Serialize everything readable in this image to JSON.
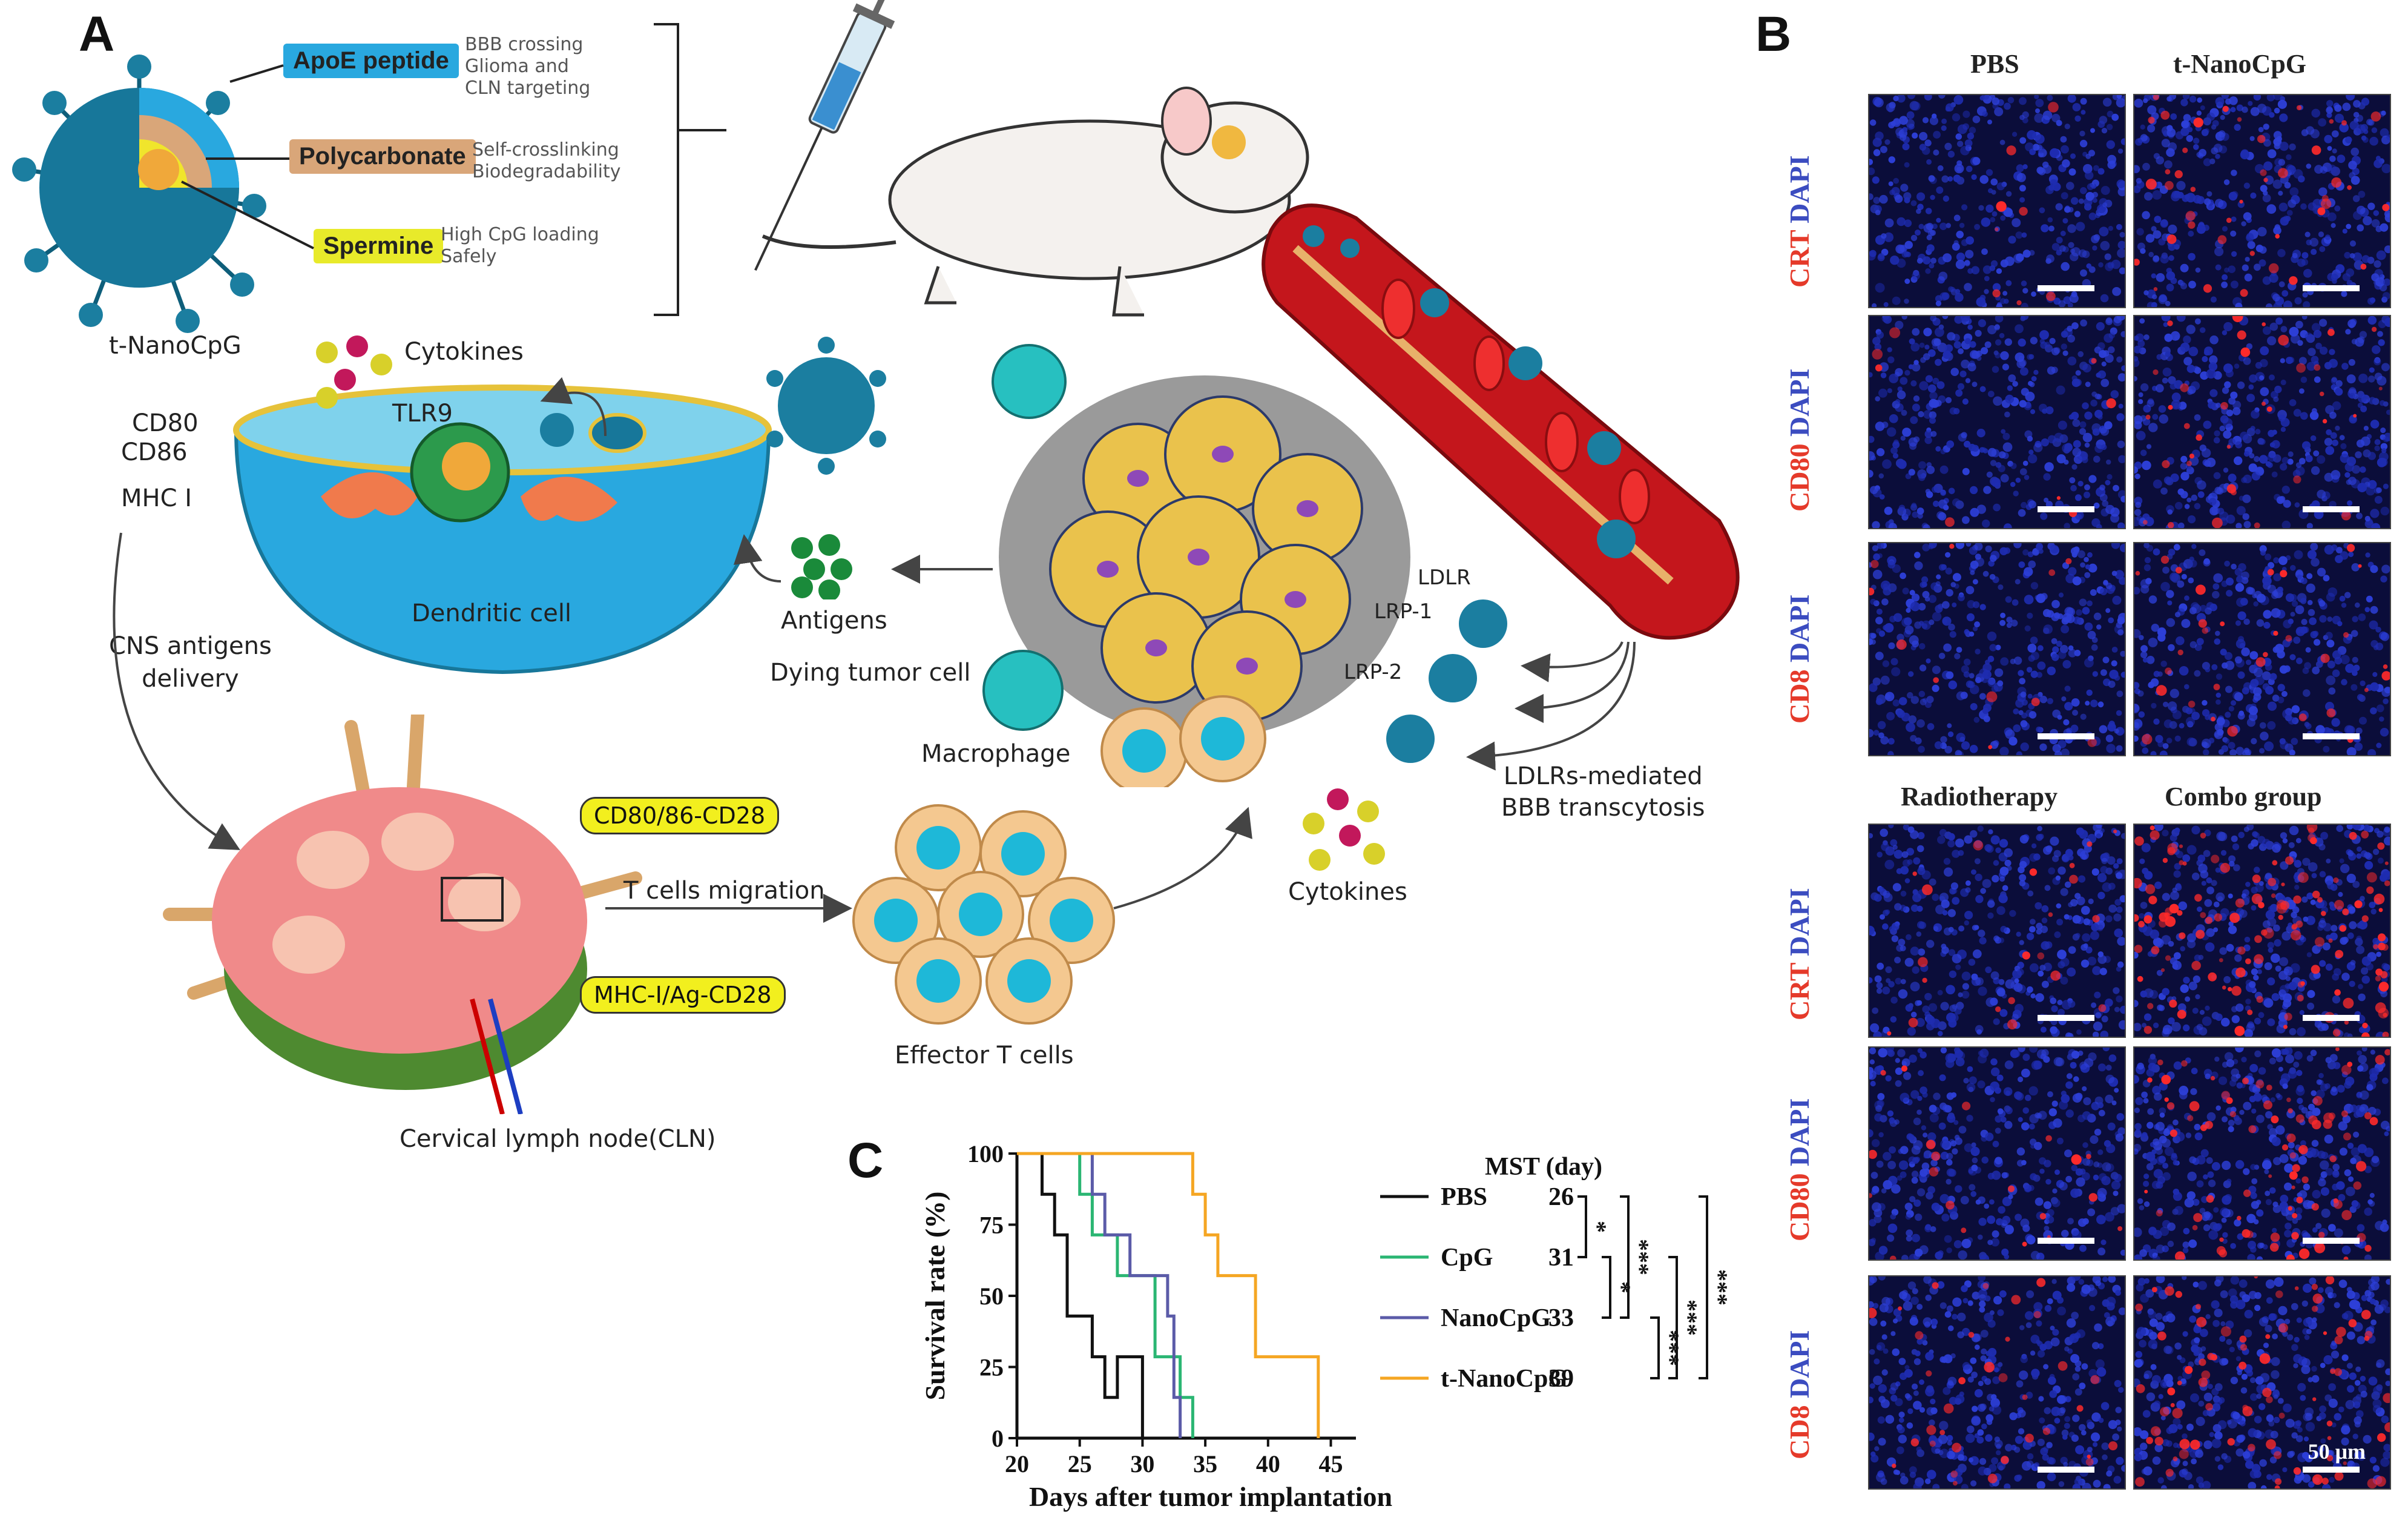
{
  "panels": {
    "a": "A",
    "b": "B",
    "c": "C"
  },
  "panel_a": {
    "nanoparticle_label": "t-NanoCpG",
    "layers": [
      {
        "name": "ApoE peptide",
        "color": "#29a8df",
        "notes": [
          "BBB crossing",
          "Glioma and",
          "CLN targeting"
        ]
      },
      {
        "name": "Polycarbonate",
        "color": "#d9a679",
        "notes": [
          "Self-crosslinking",
          "Biodegradability"
        ]
      },
      {
        "name": "Spermine",
        "color": "#e8ea2a",
        "notes": [
          "High CpG loading",
          "Safely"
        ]
      }
    ],
    "cytokines_top": "Cytokines",
    "cd80": "CD80",
    "cd86": "CD86",
    "mhc1": "MHC I",
    "tlr9": "TLR9",
    "dendritic_cell": "Dendritic cell",
    "antigens": "Antigens",
    "dying_tumor_cell": "Dying tumor cell",
    "cns_antigens": [
      "CNS antigens",
      "delivery"
    ],
    "macrophage": "Macrophage",
    "ldlr": "LDLR",
    "lrp1": "LRP-1",
    "lrp2": "LRP-2",
    "ldlr_transcytosis": [
      "LDLRs-mediated",
      "BBB transcytosis"
    ],
    "cytokines_bottom": "Cytokines",
    "cd80_cd28": "CD80/86-CD28",
    "mhc_cd28": "MHC-I/Ag-CD28",
    "t_cell_migration": "T cells migration",
    "effector_t_cells": "Effector T cells",
    "cln": "Cervical lymph node(CLN)"
  },
  "panel_b": {
    "groups": [
      {
        "columns": [
          "PBS",
          "t-NanoCpG"
        ],
        "rows": [
          "CRT",
          "CD80",
          "CD8"
        ]
      },
      {
        "columns": [
          "Radiotherapy",
          "Combo group"
        ],
        "rows": [
          "CRT",
          "CD80",
          "CD8"
        ]
      }
    ],
    "dapi": "DAPI",
    "scale_label": "50 μm"
  },
  "chart_data": {
    "type": "line",
    "subtype": "kaplan-meier step",
    "xlabel": "Days after tumor implantation",
    "ylabel": "Survival rate (%)",
    "xlim": [
      20,
      47
    ],
    "ylim": [
      0,
      100
    ],
    "xticks": [
      20,
      25,
      30,
      35,
      40,
      45
    ],
    "yticks": [
      0,
      25,
      50,
      75,
      100
    ],
    "legend_title": "MST (day)",
    "series": [
      {
        "name": "PBS",
        "color": "#111111",
        "mst": "26",
        "steps": [
          [
            20,
            100
          ],
          [
            22,
            100
          ],
          [
            22,
            85.7
          ],
          [
            23,
            85.7
          ],
          [
            23,
            71.4
          ],
          [
            24,
            71.4
          ],
          [
            24,
            42.9
          ],
          [
            26,
            42.9
          ],
          [
            26,
            28.6
          ],
          [
            27,
            28.6
          ],
          [
            27,
            14.3
          ],
          [
            28,
            14.3
          ],
          [
            28,
            28.6
          ],
          [
            30,
            28.6
          ],
          [
            30,
            0
          ]
        ]
      },
      {
        "name": "CpG",
        "color": "#2bb673",
        "mst": "31",
        "steps": [
          [
            20,
            100
          ],
          [
            25,
            100
          ],
          [
            25,
            85.7
          ],
          [
            26,
            85.7
          ],
          [
            26,
            71.4
          ],
          [
            28,
            71.4
          ],
          [
            28,
            57.1
          ],
          [
            31,
            57.1
          ],
          [
            31,
            28.6
          ],
          [
            33,
            28.6
          ],
          [
            33,
            14.3
          ],
          [
            34,
            14.3
          ],
          [
            34,
            0
          ]
        ]
      },
      {
        "name": "NanoCpG",
        "color": "#5b5ba8",
        "mst": "33",
        "steps": [
          [
            20,
            100
          ],
          [
            26,
            100
          ],
          [
            26,
            85.7
          ],
          [
            27,
            85.7
          ],
          [
            27,
            71.4
          ],
          [
            29,
            71.4
          ],
          [
            29,
            57.1
          ],
          [
            32,
            57.1
          ],
          [
            32,
            42.9
          ],
          [
            32.5,
            42.9
          ],
          [
            32.5,
            14.3
          ],
          [
            33,
            14.3
          ],
          [
            33,
            0
          ]
        ]
      },
      {
        "name": "t-NanoCpG",
        "color": "#f5a623",
        "mst": "39",
        "steps": [
          [
            20,
            100
          ],
          [
            34,
            100
          ],
          [
            34,
            85.7
          ],
          [
            35,
            85.7
          ],
          [
            35,
            71.4
          ],
          [
            36,
            71.4
          ],
          [
            36,
            57.1
          ],
          [
            39,
            57.1
          ],
          [
            39,
            28.6
          ],
          [
            44,
            28.6
          ],
          [
            44,
            0
          ]
        ]
      }
    ],
    "significance": [
      "*",
      "*",
      "***",
      "***",
      "***",
      "***"
    ]
  }
}
